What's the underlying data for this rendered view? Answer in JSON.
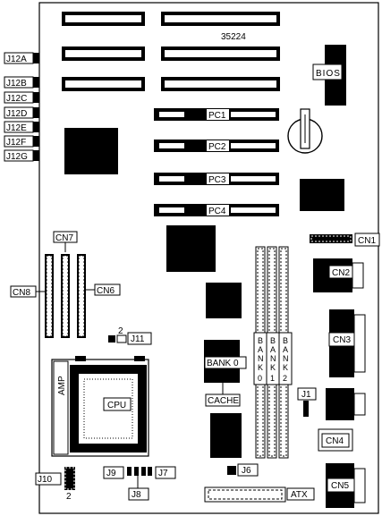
{
  "board_number": "35224",
  "bios_label": "BIOS",
  "jumpers_left": [
    "J12A",
    "J12B",
    "J12C",
    "J12D",
    "J12E",
    "J12F",
    "J12G"
  ],
  "pci_slots": [
    "PC1",
    "PC2",
    "PC3",
    "PC4"
  ],
  "connectors": {
    "cn1": "CN1",
    "cn2": "CN2",
    "cn3": "CN3",
    "cn4": "CN4",
    "cn5": "CN5",
    "cn6": "CN6",
    "cn7": "CN7",
    "cn8": "CN8",
    "atx": "ATX"
  },
  "jumpers": {
    "j1": "J1",
    "j6": "J6",
    "j7": "J7",
    "j8": "J8",
    "j9": "J9",
    "j10": "J10",
    "j11": "J11"
  },
  "pin_markers": {
    "j11_pin": "2",
    "j10_pin": "2"
  },
  "cpu": {
    "label": "CPU",
    "amp": "AMP"
  },
  "memory": {
    "bank0_chip": "BANK 0",
    "cache": "CACHE",
    "bank_labels": [
      "BANK 0",
      "BANK 1",
      "BANK 2"
    ]
  }
}
